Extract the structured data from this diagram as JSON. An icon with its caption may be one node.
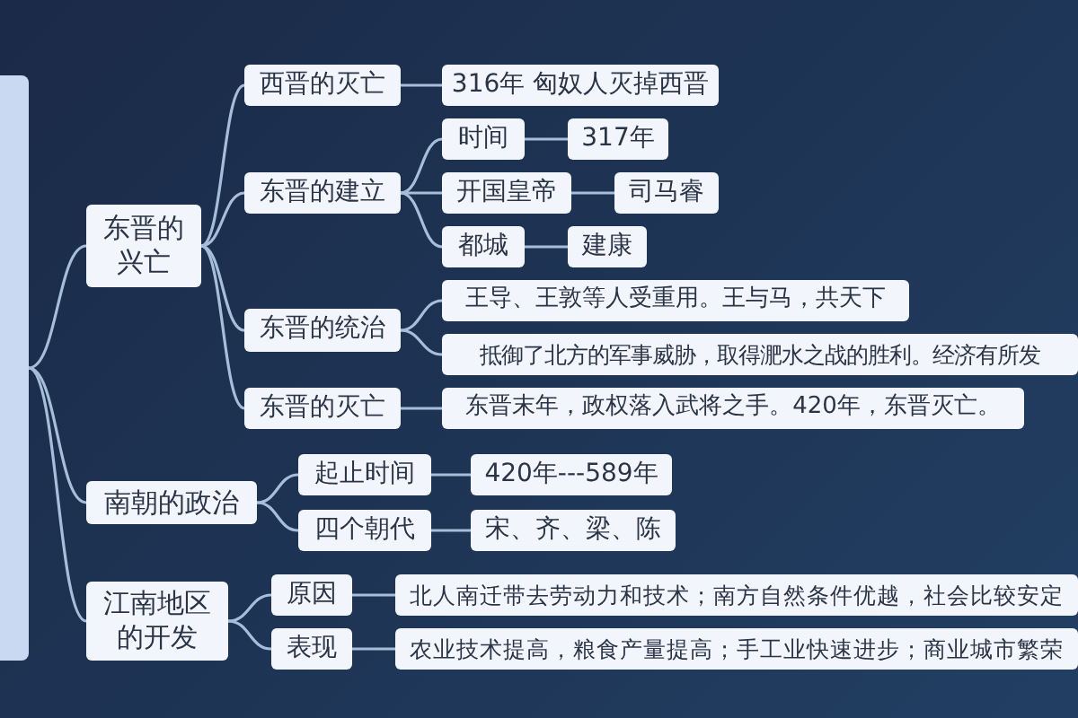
{
  "diagram": {
    "nodes": [
      {
        "text": [],
        "shape": "box"
      },
      {
        "text": [
          "东晋的兴亡"
        ]
      },
      {
        "text": [
          "西晋的灭亡"
        ]
      },
      {
        "text": [
          "316年 匈奴人灭掉西晋"
        ]
      },
      {
        "text": [
          "东晋的建立"
        ]
      },
      {
        "text": [
          "时间"
        ]
      },
      {
        "text": [
          "317年"
        ]
      },
      {
        "text": [
          "开国皇帝"
        ]
      },
      {
        "text": [
          "司马睿"
        ]
      },
      {
        "text": [
          "都城"
        ]
      },
      {
        "text": [
          "建康"
        ]
      },
      {
        "text": [
          "东晋的统治"
        ]
      },
      {
        "text": [
          "王导、王敦等人受重用。王与马，共天下"
        ]
      },
      {
        "text": [
          "抵御了北方的军事威胁，取得淝水之战的胜利。经济有所发"
        ]
      },
      {
        "text": [
          "东晋的灭亡"
        ]
      },
      {
        "text": [
          "东晋末年，政权落入武将之手。420年，东晋灭亡。"
        ]
      },
      {
        "text": [
          "南朝的政治"
        ]
      },
      {
        "text": [
          "起止时间"
        ]
      },
      {
        "text": [
          "420年---589年"
        ]
      },
      {
        "text": [
          "四个朝代"
        ]
      },
      {
        "text": [
          "宋、齐、梁、陈"
        ]
      },
      {
        "text": [
          "江南地区的开发"
        ]
      },
      {
        "text": [
          "原因"
        ]
      },
      {
        "text": [
          "北人南迁带去劳动力和技术；南方自然条件优越，社会比较安定"
        ]
      },
      {
        "text": [
          "表现"
        ]
      },
      {
        "text": [
          "农业技术提高，粮食产量提高；手工业快速进步；商业城市繁荣"
        ]
      }
    ],
    "edges": [
      {
        "from": 0,
        "to": 1,
        "arrow": "none"
      },
      {
        "from": 1,
        "to": 2,
        "arrow": "none"
      },
      {
        "from": 2,
        "to": 3,
        "arrow": "none"
      },
      {
        "from": 1,
        "to": 4,
        "arrow": "none"
      },
      {
        "from": 4,
        "to": 5,
        "arrow": "none"
      },
      {
        "from": 5,
        "to": 6,
        "arrow": "none"
      },
      {
        "from": 4,
        "to": 7,
        "arrow": "none"
      },
      {
        "from": 7,
        "to": 8,
        "arrow": "none"
      },
      {
        "from": 4,
        "to": 9,
        "arrow": "none"
      },
      {
        "from": 9,
        "to": 10,
        "arrow": "none"
      },
      {
        "from": 1,
        "to": 11,
        "arrow": "none"
      },
      {
        "from": 11,
        "to": 12,
        "arrow": "none"
      },
      {
        "from": 11,
        "to": 13,
        "arrow": "none"
      },
      {
        "from": 1,
        "to": 14,
        "arrow": "none"
      },
      {
        "from": 14,
        "to": 15,
        "arrow": "none"
      },
      {
        "from": 0,
        "to": 16,
        "arrow": "none"
      },
      {
        "from": 16,
        "to": 17,
        "arrow": "none"
      },
      {
        "from": 17,
        "to": 18,
        "arrow": "none"
      },
      {
        "from": 16,
        "to": 19,
        "arrow": "none"
      },
      {
        "from": 19,
        "to": 20,
        "arrow": "none"
      },
      {
        "from": 0,
        "to": 21,
        "arrow": "none"
      },
      {
        "from": 21,
        "to": 22,
        "arrow": "none"
      },
      {
        "from": 22,
        "to": 23,
        "arrow": "none"
      },
      {
        "from": 21,
        "to": 24,
        "arrow": "none"
      },
      {
        "from": 24,
        "to": 25,
        "arrow": "none"
      }
    ]
  }
}
